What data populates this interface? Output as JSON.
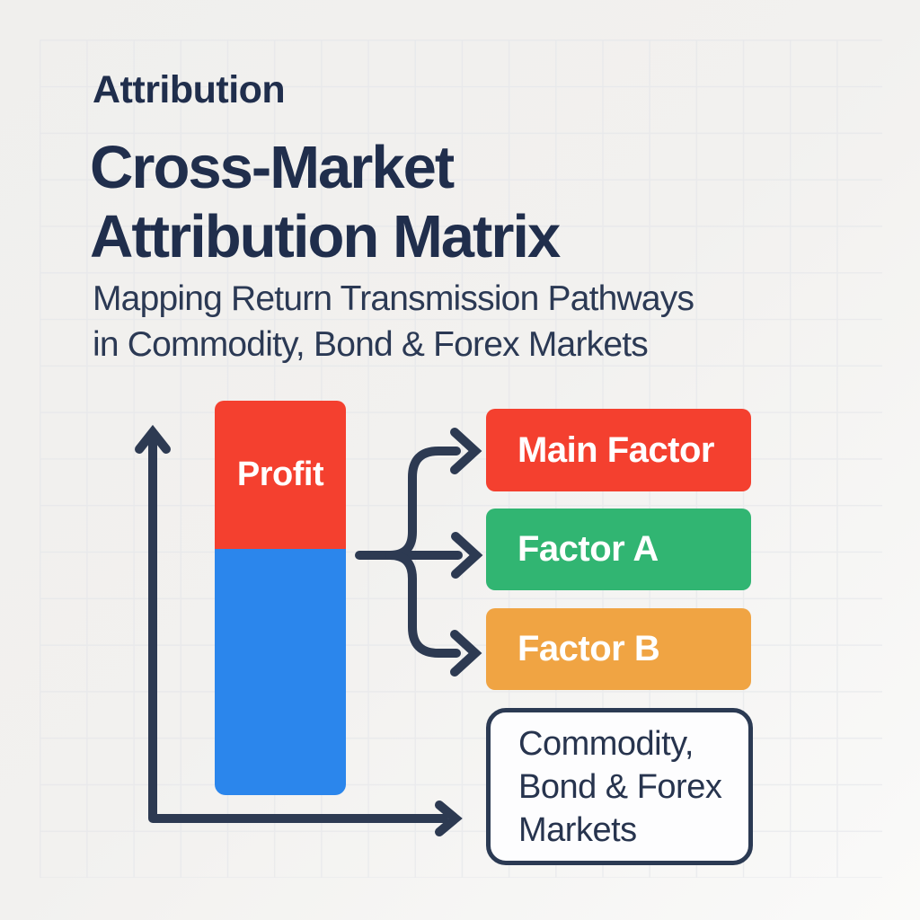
{
  "header": {
    "kicker": "Attribution",
    "title": "Cross-Market\nAttribution Matrix",
    "subtitle": "Mapping Return Transmission Pathways\nin Commodity, Bond & Forex Markets"
  },
  "diagram": {
    "bar": {
      "label": "Profit",
      "top_color": "#f4402f",
      "bottom_color": "#2b86ec"
    },
    "factors": [
      {
        "label": "Main Factor",
        "color": "#f4402f"
      },
      {
        "label": "Factor A",
        "color": "#31b572"
      },
      {
        "label": "Factor B",
        "color": "#f0a443"
      }
    ],
    "markets_box": {
      "label": "Commodity,\nBond & Forex\nMarkets",
      "border_color": "#2b3a53",
      "text_color": "#27344e",
      "background": "#fdfdfe"
    },
    "line_color": "#2d3a52"
  },
  "colors": {
    "heading": "#202e4c",
    "subtitle": "#2b3954",
    "background": "#f1f0ee",
    "grid_line": "#e2e4e9"
  }
}
